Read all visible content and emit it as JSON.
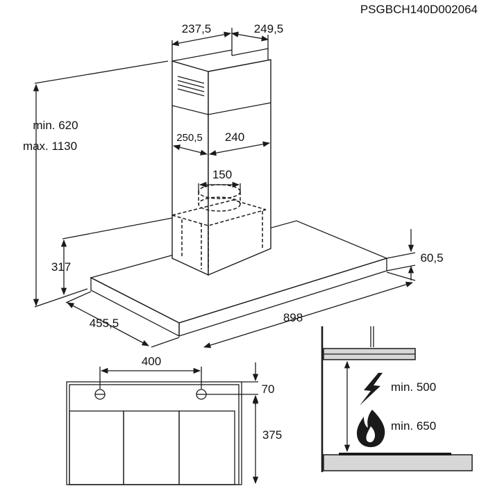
{
  "code": "PSGBCH140D002064",
  "dimensions": {
    "chimney_left_width": "237,5",
    "chimney_right_width": "249,5",
    "height_range_min": "min. 620",
    "height_range_max": "max. 1130",
    "inner_left_width": "250,5",
    "inner_right_width": "240",
    "outlet_diameter": "150",
    "body_height": "317",
    "depth": "455,5",
    "width": "898",
    "canopy_thickness": "60,5",
    "mount_hole_spacing": "400",
    "mount_hole_offset": "70",
    "filter_area_height": "375"
  },
  "clearances": {
    "electric": "min. 500",
    "gas": "min. 650"
  },
  "icons": {
    "electric": "lightning-icon",
    "gas": "flame-icon"
  }
}
